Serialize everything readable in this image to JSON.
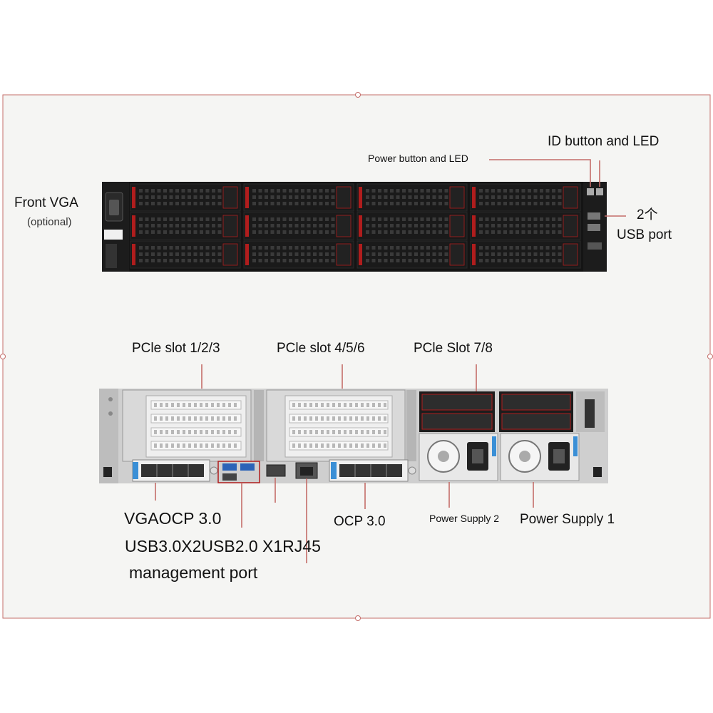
{
  "front": {
    "labels": {
      "front_vga": "Front VGA",
      "front_vga_note": "(optional)",
      "power_button": "Power button and LED",
      "id_button": "ID button and LED",
      "usb_count": "2个",
      "usb_port": "USB port"
    }
  },
  "rear": {
    "labels": {
      "pcie_123": "PCle slot 1/2/3",
      "pcie_456": "PCle slot 4/5/6",
      "pcie_78": "PCle Slot 7/8",
      "vga_ocp": "VGAOCP 3.0",
      "usb_rj45": "USB3.0X2USB2.0 X1RJ45",
      "mgmt_port": "management port",
      "ocp": "OCP 3.0",
      "psu2": "Power Supply 2",
      "psu1": "Power Supply 1"
    }
  },
  "colors": {
    "border": "#c46d69",
    "background": "#f5f5f3",
    "chassis_front": "#141414",
    "accent_red": "#b01d1d",
    "chassis_rear": "#c9c9c9",
    "psu": "#e6e6e6",
    "blue_tab": "#3a8fd6"
  }
}
